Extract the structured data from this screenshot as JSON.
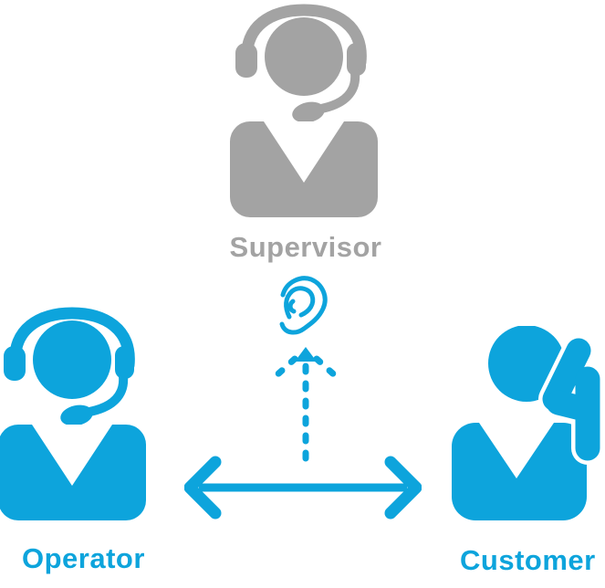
{
  "colors": {
    "gray": "#a3a3a3",
    "blue": "#0da4dc",
    "bg": "#ffffff"
  },
  "nodes": {
    "supervisor": {
      "label": "Supervisor",
      "icon": "person-headset-icon",
      "color": "#a3a3a3"
    },
    "operator": {
      "label": "Operator",
      "icon": "person-headset-icon",
      "color": "#0da4dc"
    },
    "customer": {
      "label": "Customer",
      "icon": "person-phone-icon",
      "color": "#0da4dc"
    }
  },
  "connectors": {
    "listen": {
      "icon": "ear-icon",
      "style": "dashed-arrow-up",
      "from": "operator-customer-call",
      "to": "supervisor"
    },
    "call": {
      "style": "solid-double-headed-arrow",
      "between": [
        "operator",
        "customer"
      ]
    }
  }
}
